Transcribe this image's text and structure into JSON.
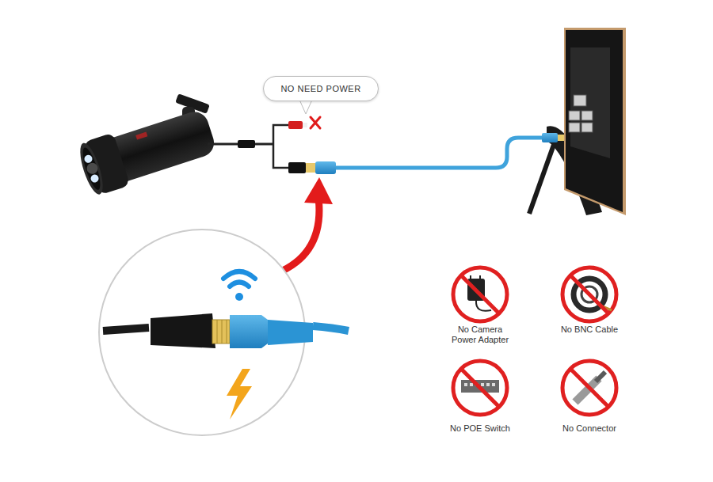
{
  "diagram": {
    "nodes": [
      {
        "text": [
          "NO NEED POWER"
        ]
      }
    ],
    "labels": [
      "No Camera Power Adapter",
      "No BNC Cable",
      "No POE Switch",
      "No Connector"
    ]
  }
}
